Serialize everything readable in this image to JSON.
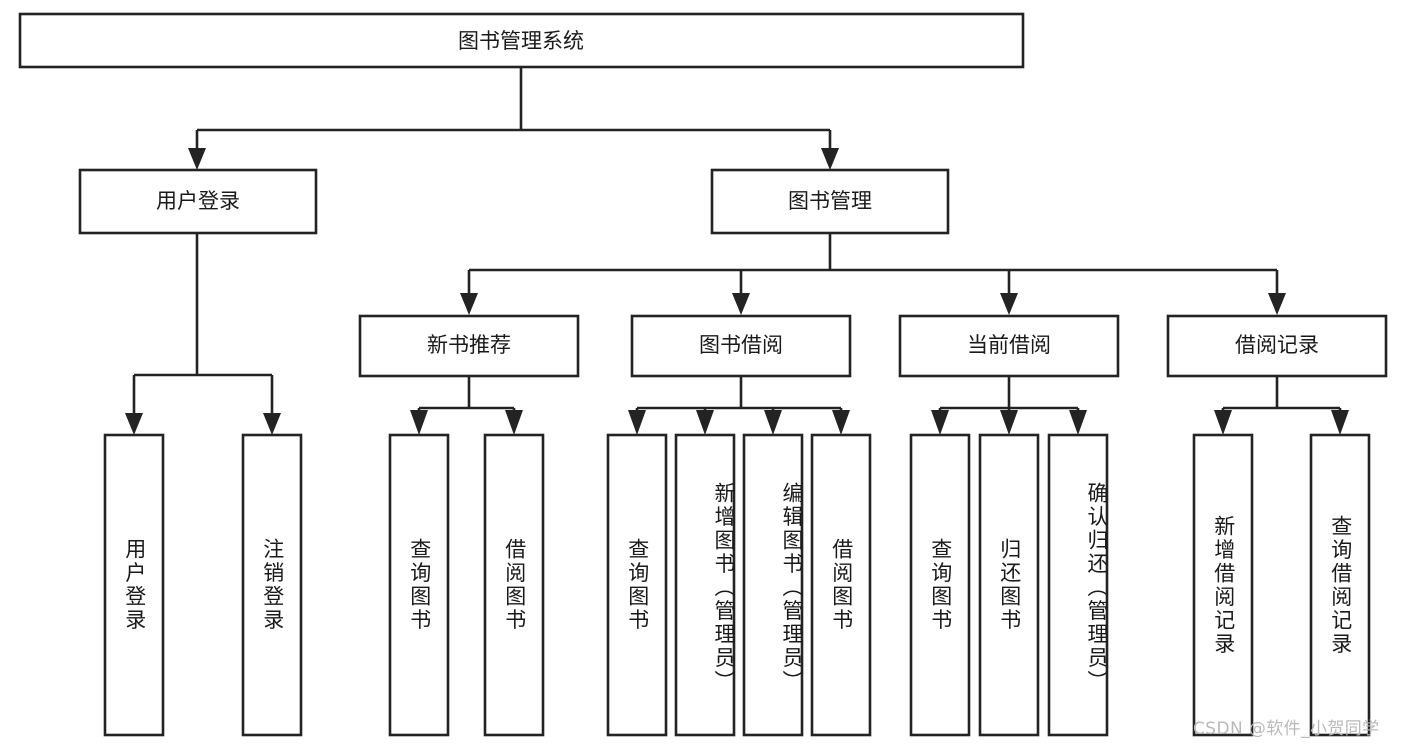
{
  "diagram": {
    "type": "tree-hierarchy",
    "title": "图书管理系统",
    "watermark": "CSDN @软件_小贺同学",
    "levels": {
      "root": {
        "label": "图书管理系统"
      },
      "level2": [
        {
          "id": "user-login",
          "label": "用户登录"
        },
        {
          "id": "book-management",
          "label": "图书管理"
        }
      ],
      "level3": [
        {
          "id": "new-book-recommend",
          "label": "新书推荐",
          "parent": "book-management"
        },
        {
          "id": "book-borrow",
          "label": "图书借阅",
          "parent": "book-management"
        },
        {
          "id": "current-borrow",
          "label": "当前借阅",
          "parent": "book-management"
        },
        {
          "id": "borrow-record",
          "label": "借阅记录",
          "parent": "book-management"
        }
      ],
      "leaves": [
        {
          "id": "leaf-user-login",
          "label": "用户登录",
          "parent": "user-login",
          "align": "center"
        },
        {
          "id": "leaf-logout-login",
          "label": "注销登录",
          "parent": "user-login",
          "align": "center"
        },
        {
          "id": "leaf-query-book-1",
          "label": "查询图书",
          "parent": "new-book-recommend",
          "align": "center"
        },
        {
          "id": "leaf-borrow-book-1",
          "label": "借阅图书",
          "parent": "new-book-recommend",
          "align": "center"
        },
        {
          "id": "leaf-query-book-2",
          "label": "查询图书",
          "parent": "book-borrow",
          "align": "center"
        },
        {
          "id": "leaf-add-book",
          "label": "新增图书（管理员）",
          "parent": "book-borrow",
          "align": "top"
        },
        {
          "id": "leaf-edit-book",
          "label": "编辑图书（管理员）",
          "parent": "book-borrow",
          "align": "top"
        },
        {
          "id": "leaf-borrow-book-2",
          "label": "借阅图书",
          "parent": "book-borrow",
          "align": "center"
        },
        {
          "id": "leaf-query-book-3",
          "label": "查询图书",
          "parent": "current-borrow",
          "align": "center"
        },
        {
          "id": "leaf-return-book",
          "label": "归还图书",
          "parent": "current-borrow",
          "align": "center"
        },
        {
          "id": "leaf-confirm-return",
          "label": "确认归还（管理员）",
          "parent": "current-borrow",
          "align": "top"
        },
        {
          "id": "leaf-add-record",
          "label": "新增借阅记录",
          "parent": "borrow-record",
          "align": "center"
        },
        {
          "id": "leaf-query-record",
          "label": "查询借阅记录",
          "parent": "borrow-record",
          "align": "center"
        }
      ]
    },
    "colors": {
      "box_fill": "#ffffff",
      "box_stroke": "#232323",
      "text": "#1a1a1a",
      "watermark": "#b9b9b9",
      "background": "#ffffff"
    }
  }
}
